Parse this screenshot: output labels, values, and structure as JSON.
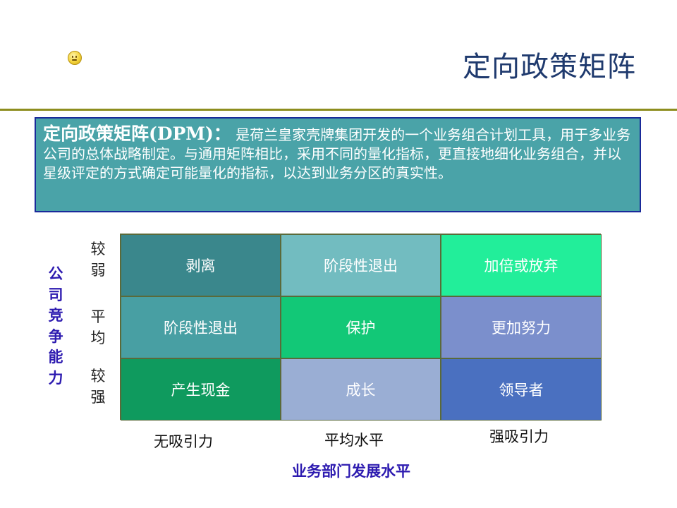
{
  "slide": {
    "title": "定向政策矩阵"
  },
  "description": {
    "heading": "定向政策矩阵(DPM)：",
    "text": "是荷兰皇家壳牌集团开发的一个业务组合计划工具，用于多业务公司的总体战略制定。与通用矩阵相比，采用不同的量化指标，更直接地细化业务组合，并以星级评定的方式确定可能量化的指标，以达到业务分区的真实性。"
  },
  "matrix": {
    "y_axis_title": [
      "公",
      "司",
      "竞",
      "争",
      "能",
      "力"
    ],
    "row_labels": [
      [
        "较",
        "弱"
      ],
      [
        "平",
        "均"
      ],
      [
        "较",
        "强"
      ]
    ],
    "col_labels": [
      "无吸引力",
      "平均水平",
      "强吸引力"
    ],
    "x_axis_title": "业务部门发展水平",
    "cells": [
      [
        {
          "text": "剥离",
          "color": "#3a878c"
        },
        {
          "text": "阶段性退出",
          "color": "#72bcc0"
        },
        {
          "text": "加倍或放弃",
          "color": "#22ee9a"
        }
      ],
      [
        {
          "text": "阶段性退出",
          "color": "#489fa3"
        },
        {
          "text": "保护",
          "color": "#12c877"
        },
        {
          "text": "更加努力",
          "color": "#7b8fcc"
        }
      ],
      [
        {
          "text": "产生现金",
          "color": "#0f9a5e"
        },
        {
          "text": "成长",
          "color": "#9aaed4"
        },
        {
          "text": "领导者",
          "color": "#4a70c0"
        }
      ]
    ]
  },
  "colors": {
    "title": "#1f3a6e",
    "rule": "#8d8d1e",
    "desc_bg": "#4aa3a8",
    "axis_title": "#2d1bb0"
  }
}
